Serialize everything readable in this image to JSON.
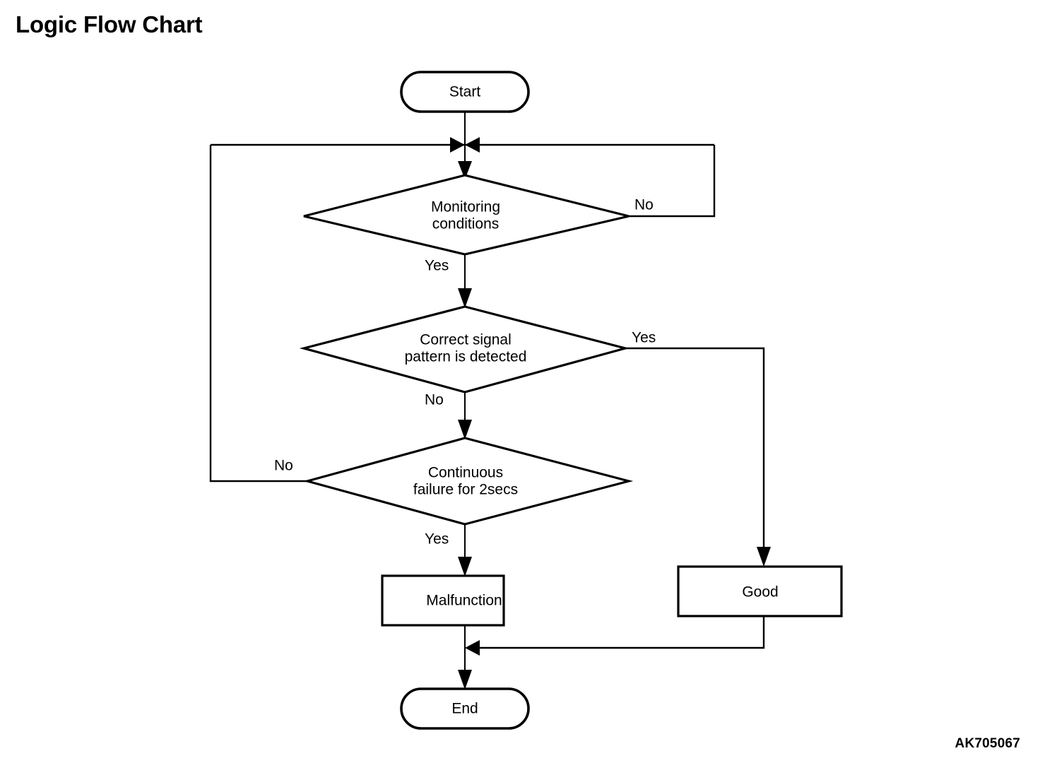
{
  "document": {
    "title": "Logic Flow Chart",
    "reference_code": "AK705067",
    "background_color": "#ffffff",
    "line_color": "#000000"
  },
  "chart_data": {
    "type": "diagram",
    "subtype": "flowchart",
    "title": "Logic Flow Chart",
    "orientation": "top-to-bottom",
    "nodes": [
      {
        "id": "start",
        "shape": "terminator",
        "label": "Start"
      },
      {
        "id": "monitor",
        "shape": "decision",
        "label": "Monitoring conditions",
        "line1": "Monitoring",
        "line2": "conditions"
      },
      {
        "id": "pattern",
        "shape": "decision",
        "label": "Correct signal pattern is detected",
        "line1": "Correct signal",
        "line2": "pattern is detected"
      },
      {
        "id": "failure",
        "shape": "decision",
        "label": "Continuous failure for 2secs",
        "line1": "Continuous",
        "line2": "failure for 2secs"
      },
      {
        "id": "malfunction",
        "shape": "process",
        "label": "Malfunction"
      },
      {
        "id": "good",
        "shape": "process",
        "label": "Good"
      },
      {
        "id": "end",
        "shape": "terminator",
        "label": "End"
      }
    ],
    "edges": [
      {
        "from": "start",
        "to": "monitor",
        "label": ""
      },
      {
        "from": "monitor",
        "to": "monitor",
        "label": "No",
        "note": "loop back to junction above decision"
      },
      {
        "from": "monitor",
        "to": "pattern",
        "label": "Yes"
      },
      {
        "from": "pattern",
        "to": "good",
        "label": "Yes"
      },
      {
        "from": "pattern",
        "to": "failure",
        "label": "No"
      },
      {
        "from": "failure",
        "to": "monitor",
        "label": "No",
        "note": "loop back to junction above monitoring decision"
      },
      {
        "from": "failure",
        "to": "malfunction",
        "label": "Yes"
      },
      {
        "from": "malfunction",
        "to": "end",
        "label": ""
      },
      {
        "from": "good",
        "to": "end",
        "label": ""
      }
    ],
    "labels": {
      "start": "Start",
      "monitoring_l1": "Monitoring",
      "monitoring_l2": "conditions",
      "pattern_l1": "Correct signal",
      "pattern_l2": "pattern is detected",
      "failure_l1": "Continuous",
      "failure_l2": "failure for 2secs",
      "malfunction": "Malfunction",
      "good": "Good",
      "end": "End",
      "monitor_no": "No",
      "monitor_yes": "Yes",
      "pattern_yes": "Yes",
      "pattern_no": "No",
      "failure_no": "No",
      "failure_yes": "Yes"
    }
  }
}
